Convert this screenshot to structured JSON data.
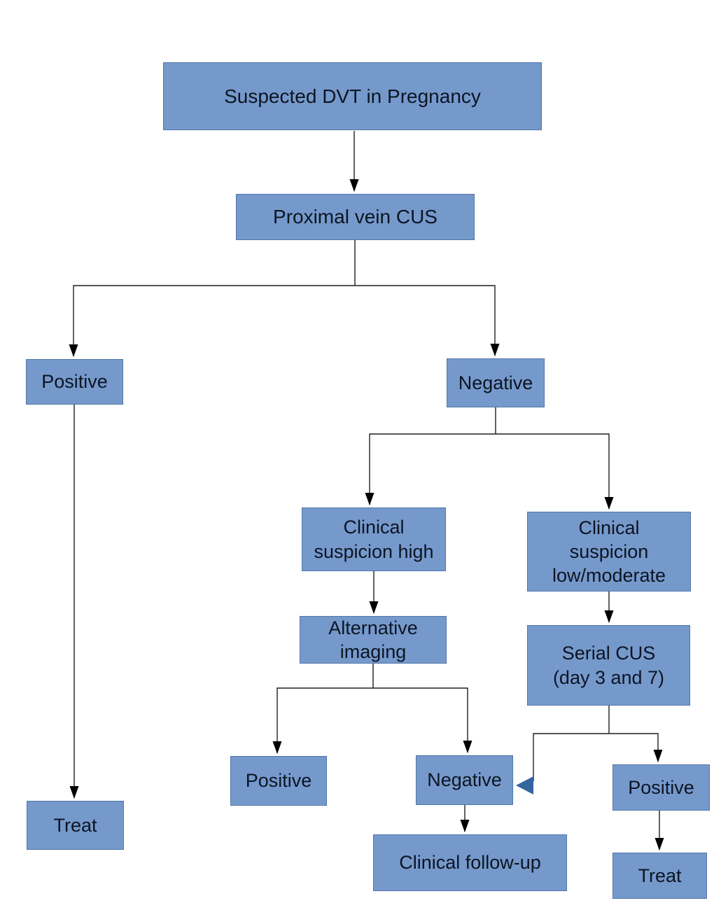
{
  "nodes": {
    "suspected": {
      "label": "Suspected DVT in Pregnancy"
    },
    "proximal": {
      "label": "Proximal vein CUS"
    },
    "positive_cus": {
      "label": "Positive"
    },
    "negative_cus": {
      "label": "Negative"
    },
    "clin_high": {
      "label": "Clinical\nsuspicion high"
    },
    "clin_low": {
      "label": "Clinical\nsuspicion\nlow/moderate"
    },
    "alt_imaging": {
      "label": "Alternative\nimaging"
    },
    "serial_cus": {
      "label": "Serial CUS\n(day 3 and 7)"
    },
    "alt_positive": {
      "label": "Positive"
    },
    "alt_negative": {
      "label": "Negative"
    },
    "treat_left": {
      "label": "Treat"
    },
    "clin_followup": {
      "label": "Clinical follow-up"
    },
    "serial_positive": {
      "label": "Positive"
    },
    "treat_right": {
      "label": "Treat"
    }
  },
  "edges": [
    {
      "from": "suspected",
      "to": "proximal"
    },
    {
      "from": "proximal",
      "to": "positive_cus"
    },
    {
      "from": "proximal",
      "to": "negative_cus"
    },
    {
      "from": "negative_cus",
      "to": "clin_high"
    },
    {
      "from": "negative_cus",
      "to": "clin_low"
    },
    {
      "from": "clin_high",
      "to": "alt_imaging"
    },
    {
      "from": "clin_low",
      "to": "serial_cus"
    },
    {
      "from": "alt_imaging",
      "to": "alt_positive"
    },
    {
      "from": "alt_imaging",
      "to": "alt_negative"
    },
    {
      "from": "serial_cus",
      "to": "alt_negative"
    },
    {
      "from": "serial_cus",
      "to": "serial_positive"
    },
    {
      "from": "positive_cus",
      "to": "treat_left"
    },
    {
      "from": "alt_negative",
      "to": "clin_followup"
    },
    {
      "from": "serial_positive",
      "to": "treat_right"
    }
  ],
  "colors": {
    "node_fill": "#7699cc",
    "node_border": "#4f76a8",
    "node_text": "#0c1522",
    "edge_color": "#1f1f1f",
    "arrowhead": "#000000",
    "loop_arrowhead": "#35659f",
    "canvas_bg": "#ffffff"
  }
}
